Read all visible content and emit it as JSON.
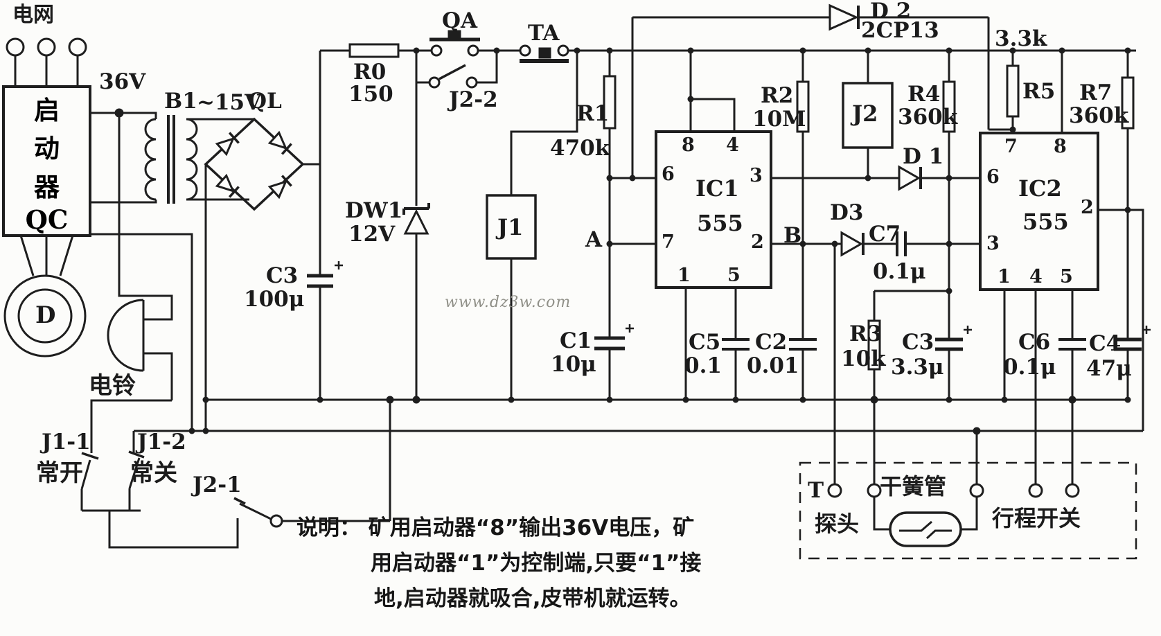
{
  "power": {
    "grid_label": "电网",
    "v36": "36V",
    "b1": "B1",
    "v15": "~15V",
    "ql": "QL",
    "starter_lines": [
      "启",
      "动",
      "器",
      "QC"
    ],
    "motor": "D",
    "bell": "电铃"
  },
  "switches": {
    "qa": "QA",
    "j22": "J2-2",
    "ta": "TA",
    "j11": {
      "name": "J1-1",
      "state": "常开"
    },
    "j12": {
      "name": "J1-2",
      "state": "常关"
    },
    "j21": "J2-1"
  },
  "components": {
    "r0": {
      "name": "R0",
      "value": "150"
    },
    "dw1": {
      "name": "DW1",
      "value": "12V"
    },
    "c3a": {
      "name": "C3",
      "value": "100μ"
    },
    "j1_relay": "J1",
    "j2_relay": "J2",
    "r1": {
      "name": "R1",
      "value": "470k"
    },
    "r2": {
      "name": "R2",
      "value": "10M"
    },
    "r3": {
      "name": "R3",
      "value": "10k"
    },
    "r4": {
      "name": "R4",
      "value": "360k"
    },
    "r5": {
      "name": "R5",
      "value": "3.3k"
    },
    "r7": {
      "name": "R7",
      "value": "360k"
    },
    "d1": {
      "name": "D 1"
    },
    "d2": {
      "name": "D 2",
      "value": "2CP13"
    },
    "d3": {
      "name": "D3"
    },
    "c1": {
      "name": "C1",
      "value": "10μ"
    },
    "c2": {
      "name": "C2",
      "value": "0.01"
    },
    "c3b": {
      "name": "C3",
      "value": "3.3μ"
    },
    "c4": {
      "name": "C4",
      "value": "47μ"
    },
    "c5": {
      "name": "C5",
      "value": "0.1"
    },
    "c6": {
      "name": "C6",
      "value": "0.1μ"
    },
    "c7": {
      "name": "C7",
      "value": "0.1μ"
    }
  },
  "ic1": {
    "name": "IC1",
    "type": "555",
    "pins": [
      "8",
      "4",
      "6",
      "7",
      "3",
      "2",
      "1",
      "5"
    ]
  },
  "ic2": {
    "name": "IC2",
    "type": "555",
    "pins": [
      "7",
      "8",
      "6",
      "3",
      "2",
      "1",
      "4",
      "5"
    ]
  },
  "nodes": {
    "a": "A",
    "b": "B"
  },
  "sensors": {
    "t": "T",
    "probe": "探头",
    "reed": "干簧管",
    "travel": "行程开关"
  },
  "watermark": "www.dz3w.com",
  "note": {
    "l1": "说明：  矿用启动器“8”输出36V电压，矿",
    "l2": "用启动器“1”为控制端,只要“1”接",
    "l3": "地,启动器就吸合,皮带机就运转。"
  }
}
